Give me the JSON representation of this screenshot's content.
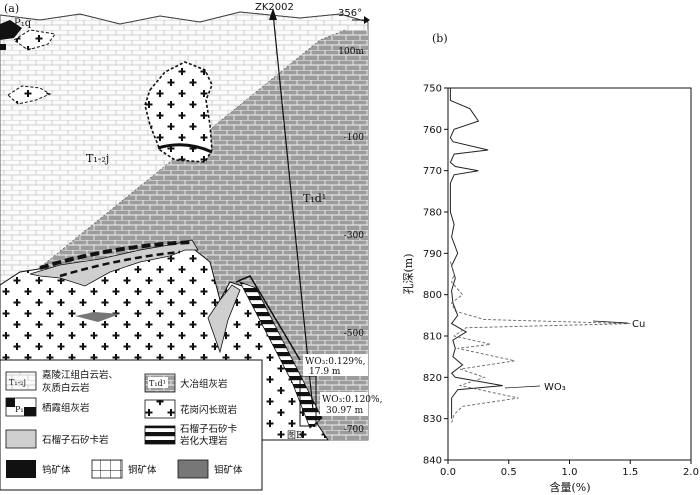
{
  "panel_a": {
    "label": "(a)",
    "drill_hole": "ZK2002",
    "azimuth": "356°",
    "depth_marks": [
      "100m",
      "-100",
      "-300",
      "-500",
      "-700"
    ],
    "units": {
      "t1j": "T₁-₂j",
      "pq": "P₁q",
      "t1d": "T₁d¹"
    },
    "annotations": {
      "wo3_1_value": "WO₃:0.129%,",
      "wo3_1_thick": "17.9 m",
      "wo3_2_value": "WO₃:0.120%,",
      "wo3_2_thick": "30.97 m",
      "fig_b": "图B"
    },
    "legend": {
      "t1j_symbol": "T₁-₂j",
      "t1j_text_1": "嘉陵江组白云岩、",
      "t1j_text_2": "灰质白云岩",
      "pq_symbol": "P₁q",
      "pq_text": "栖霞组灰岩",
      "t1d_symbol": "T₁d¹",
      "t1d_text": "大冶组灰岩",
      "granite_text": "花岗闪长斑岩",
      "skarn_text": "石榴子石矽卡岩",
      "marble_text_1": "石榴子石矽卡",
      "marble_text_2": "岩化大理岩",
      "w_ore": "钨矿体",
      "cu_ore": "铜矿体",
      "mo_ore": "钼矿体"
    }
  },
  "panel_b": {
    "label": "(b)",
    "xlabel": "含量(%)",
    "ylabel": "孔深(m)",
    "series_labels": {
      "cu": "Cu",
      "wo3": "WO₃"
    }
  },
  "chart_data": {
    "type": "line",
    "xlabel": "含量(%)",
    "ylabel": "孔深(m)",
    "xlim": [
      0,
      2.0
    ],
    "ylim": [
      750,
      840
    ],
    "xticks": [
      "0.0",
      "0.5",
      "1.0",
      "1.5",
      "2.0"
    ],
    "yticks": [
      "750",
      "760",
      "770",
      "780",
      "790",
      "800",
      "810",
      "820",
      "830",
      "840"
    ],
    "series": [
      {
        "name": "WO₃",
        "style": "solid",
        "points": [
          [
            0.02,
            750
          ],
          [
            0.02,
            753
          ],
          [
            0.18,
            755
          ],
          [
            0.25,
            758
          ],
          [
            0.05,
            760
          ],
          [
            0.02,
            762
          ],
          [
            0.04,
            763
          ],
          [
            0.33,
            765
          ],
          [
            0.05,
            766
          ],
          [
            0.02,
            768
          ],
          [
            0.06,
            769
          ],
          [
            0.25,
            770
          ],
          [
            0.05,
            771
          ],
          [
            0.02,
            773
          ],
          [
            0.02,
            780
          ],
          [
            0.05,
            783
          ],
          [
            0.03,
            786
          ],
          [
            0.08,
            790
          ],
          [
            0.03,
            793
          ],
          [
            0.06,
            796
          ],
          [
            0.03,
            799
          ],
          [
            0.04,
            802
          ],
          [
            0.08,
            805
          ],
          [
            0.03,
            807
          ],
          [
            0.15,
            809
          ],
          [
            0.04,
            811
          ],
          [
            0.06,
            813
          ],
          [
            0.04,
            815
          ],
          [
            0.12,
            817
          ],
          [
            0.03,
            819
          ],
          [
            0.06,
            820
          ],
          [
            0.45,
            822
          ],
          [
            0.08,
            823
          ],
          [
            0.03,
            825
          ],
          [
            0.03,
            830
          ]
        ]
      },
      {
        "name": "Cu",
        "style": "dashed",
        "points": [
          [
            0.02,
            792
          ],
          [
            0.05,
            795
          ],
          [
            0.03,
            797
          ],
          [
            0.12,
            800
          ],
          [
            0.03,
            802
          ],
          [
            0.06,
            804
          ],
          [
            0.3,
            806
          ],
          [
            1.5,
            807
          ],
          [
            0.15,
            808
          ],
          [
            0.05,
            810
          ],
          [
            0.35,
            812
          ],
          [
            0.08,
            813
          ],
          [
            0.55,
            816
          ],
          [
            0.1,
            818
          ],
          [
            0.3,
            820
          ],
          [
            0.1,
            822
          ],
          [
            0.58,
            825
          ],
          [
            0.12,
            827
          ],
          [
            0.05,
            829
          ],
          [
            0.03,
            831
          ]
        ]
      }
    ]
  }
}
